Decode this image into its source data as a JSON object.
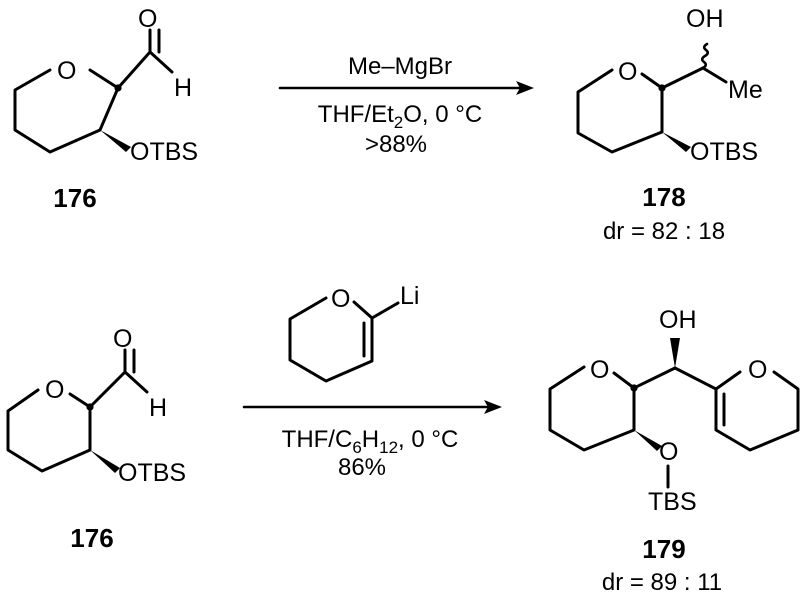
{
  "reactions": [
    {
      "substrate": {
        "number": "176",
        "atoms": {
          "oxygen_ring": "O",
          "oxygen_carbonyl": "O",
          "hydrogen": "H",
          "otbs": "OTBS"
        }
      },
      "reagent": "Me–MgBr",
      "conditions": {
        "solvent_pre": "THF/Et",
        "solvent_sub": "2",
        "solvent_post": "O, 0 °C",
        "yield": ">88%"
      },
      "product": {
        "number": "178",
        "ratio": "dr = 82 : 18",
        "atoms": {
          "oh": "OH",
          "me": "Me",
          "oxygen_ring": "O",
          "otbs": "OTBS"
        }
      }
    },
    {
      "substrate": {
        "number": "176",
        "atoms": {
          "oxygen_ring": "O",
          "oxygen_carbonyl": "O",
          "hydrogen": "H",
          "otbs": "OTBS"
        }
      },
      "reagent": {
        "oxygen": "O",
        "lithium": "Li"
      },
      "conditions": {
        "solvent_pre": "THF/C",
        "sub1": "6",
        "mid": "H",
        "sub2": "12",
        "solvent_post": ", 0 °C",
        "yield": "86%"
      },
      "product": {
        "number": "179",
        "ratio": "dr = 89 : 11",
        "atoms": {
          "oh": "OH",
          "oxygen_ring1": "O",
          "oxygen_ring2": "O",
          "o_silyl": "O",
          "tbs": "TBS"
        }
      }
    }
  ]
}
